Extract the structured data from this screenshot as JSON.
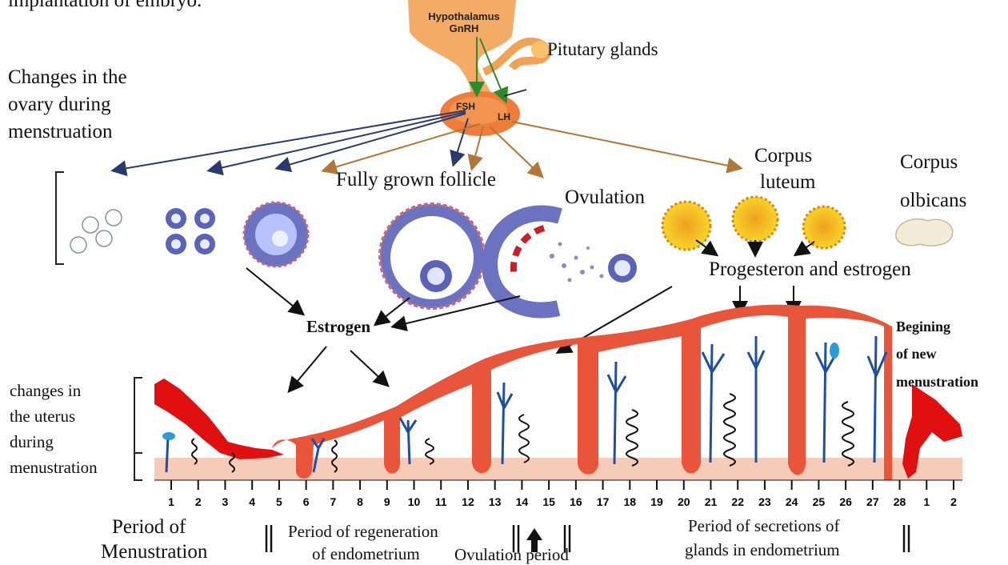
{
  "header_fragment": "implantation of embryo.",
  "hypothalamus": {
    "name": "Hypothalamus",
    "hormone": "GnRH"
  },
  "pituitary": {
    "label": "Pitutary glands",
    "fsh": "FSH",
    "lh": "LH"
  },
  "ovary_changes_label": [
    "Changes in the",
    "ovary during",
    "menstruation"
  ],
  "follicle_label": "Fully grown follicle",
  "ovulation_label": "Ovulation",
  "corpus_luteum_label": [
    "Corpus",
    "luteum"
  ],
  "corpus_albicans_label": [
    "Corpus",
    "olbicans"
  ],
  "progesterone_label": "Progesteron and estrogen",
  "estrogen_label": "Estrogen",
  "new_menstruation_label": [
    "Begining",
    "of new",
    "menustration"
  ],
  "uterus_changes_label": [
    "changes in",
    "the uterus",
    "during",
    "menustration"
  ],
  "days": [
    "1",
    "2",
    "3",
    "4",
    "5",
    "6",
    "7",
    "8",
    "9",
    "10",
    "11",
    "12",
    "13",
    "14",
    "15",
    "16",
    "17",
    "18",
    "19",
    "20",
    "21",
    "22",
    "23",
    "24",
    "25",
    "26",
    "27",
    "28",
    "1",
    "2"
  ],
  "periods": {
    "menstruation": [
      "Period of",
      "Menustration"
    ],
    "regeneration": [
      "Period of regeneration",
      "of endometrium"
    ],
    "ovulation": "Ovulation period",
    "secretion": [
      "Period of secretions of",
      "glands in endometrium"
    ]
  },
  "colors": {
    "endometrium": "#e8553a",
    "blood": "#e01010",
    "vessel": "#1f4fa0",
    "base": "#f6cbb8",
    "follicle": "#5a63b8",
    "luteum": "#f3c21a"
  }
}
